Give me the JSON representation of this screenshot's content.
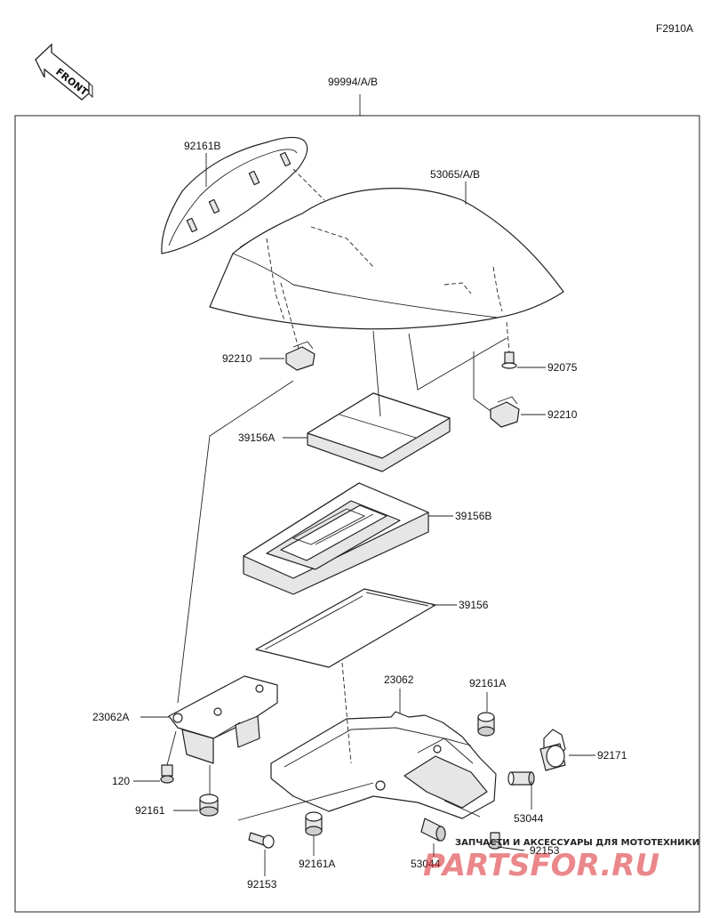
{
  "figure_code": "F2910A",
  "front_arrow_text": "FRONT",
  "callouts": {
    "kit": "99994/A/B",
    "cover_trim": "92161B",
    "seat_cover": "53065/A/B",
    "nut_left": "92210",
    "bolt_right": "92075",
    "nut_right": "92210",
    "pad_a": "39156A",
    "pad_b": "39156B",
    "pad": "39156",
    "plate": "23062",
    "damper_top": "92161A",
    "bracket": "23062A",
    "clamp": "92171",
    "bolt_120": "120",
    "damper_left": "92161",
    "damper_bottom": "92161A",
    "bolt_bottom": "92153",
    "bolt_bottom_right": "92153",
    "tube_right": "53044",
    "tube_bottom": "53044"
  },
  "watermark": {
    "caption": "ЗАПЧАСТИ И АКСЕССУАРЫ ДЛЯ МОТОТЕХНИКИ",
    "brand": "PARTSFOR.RU"
  }
}
